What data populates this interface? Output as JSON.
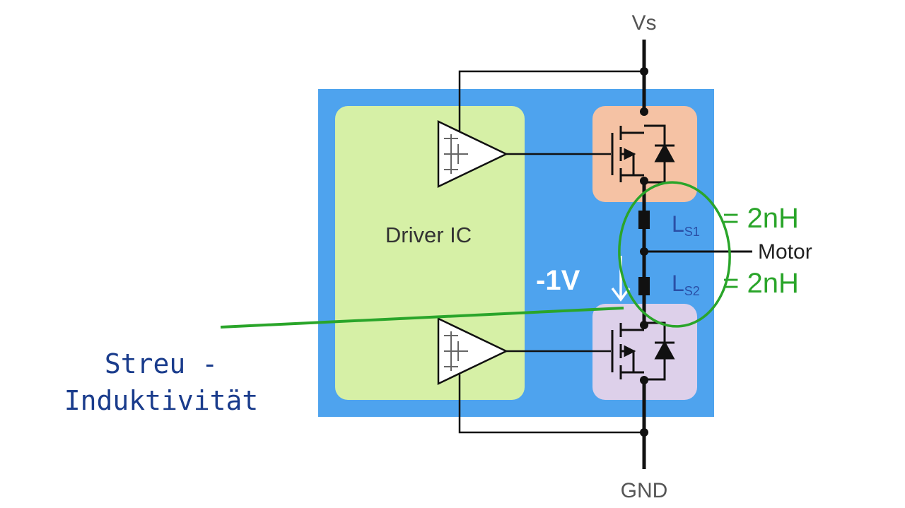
{
  "labels": {
    "vs": "Vs",
    "gnd": "GND",
    "driver_ic": "Driver IC",
    "motor": "Motor",
    "voltage_drop": "-1V",
    "ls1_main": "L",
    "ls1_sub": "S1",
    "ls1_value": "= 2nH",
    "ls2_main": "L",
    "ls2_sub": "S2",
    "ls2_value": "= 2nH",
    "callout_line1": "Streu -",
    "callout_line2": "Induktivität"
  },
  "colors": {
    "package_blue": "#4ea3ee",
    "driver_green": "#d6f0a6",
    "high_side_box": "#f5c2a4",
    "low_side_box": "#ddd0ea",
    "wire": "#111111",
    "highlight_green": "#2aa52a",
    "callout_blue": "#1a3c8c",
    "inductor_label_blue": "#2a4fa6",
    "label_gray": "#555555"
  }
}
